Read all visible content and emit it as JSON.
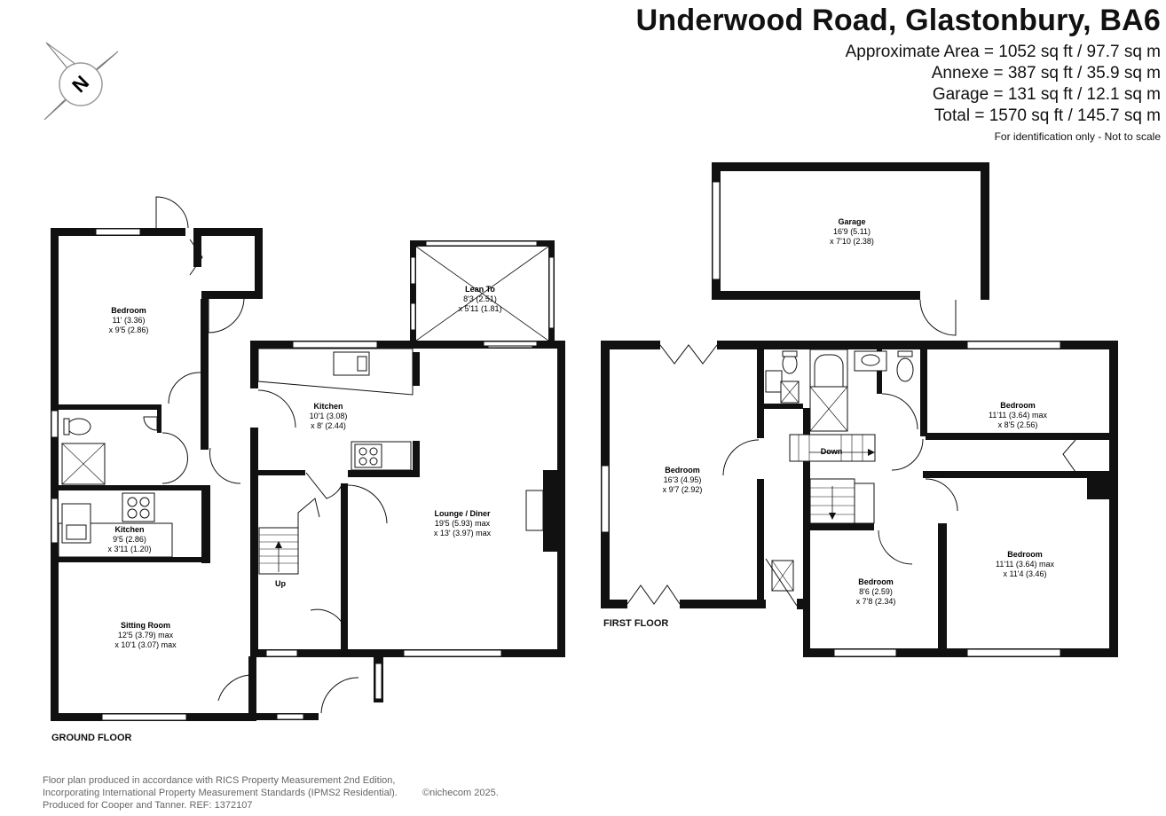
{
  "title": "Underwood Road, Glastonbury, BA6",
  "areas": {
    "approximate": "Approximate Area = 1052 sq ft / 97.7 sq m",
    "annexe": "Annexe = 387 sq ft / 35.9 sq m",
    "garage": "Garage = 131 sq ft / 12.1 sq m",
    "total": "Total = 1570 sq ft / 145.7 sq m"
  },
  "note": "For identification only - Not to scale",
  "compass": {
    "label": "N",
    "icon": "compass-icon"
  },
  "floors": {
    "ground": "GROUND FLOOR",
    "first": "FIRST FLOOR"
  },
  "rooms": {
    "bedroom_annexe": {
      "name": "Bedroom",
      "dim1": "11' (3.36)",
      "dim2": "x 9'5 (2.86)"
    },
    "kitchen_annexe": {
      "name": "Kitchen",
      "dim1": "9'5 (2.86)",
      "dim2": "x 3'11 (1.20)"
    },
    "sitting_room": {
      "name": "Sitting Room",
      "dim1": "12'5 (3.79) max",
      "dim2": "x 10'1 (3.07) max"
    },
    "kitchen": {
      "name": "Kitchen",
      "dim1": "10'1 (3.08)",
      "dim2": "x 8' (2.44)"
    },
    "lean_to": {
      "name": "Lean To",
      "dim1": "8'3 (2.51)",
      "dim2": "x 5'11 (1.81)"
    },
    "lounge": {
      "name": "Lounge / Diner",
      "dim1": "19'5 (5.93) max",
      "dim2": "x 13' (3.97) max"
    },
    "garage": {
      "name": "Garage",
      "dim1": "16'9 (5.11)",
      "dim2": "x 7'10 (2.38)"
    },
    "bedroom_first_left": {
      "name": "Bedroom",
      "dim1": "16'3 (4.95)",
      "dim2": "x 9'7 (2.92)"
    },
    "bedroom_first_top_right": {
      "name": "Bedroom",
      "dim1": "11'11 (3.64) max",
      "dim2": "x 8'5 (2.56)"
    },
    "bedroom_first_bottom_right": {
      "name": "Bedroom",
      "dim1": "11'11 (3.64) max",
      "dim2": "x 11'4 (3.46)"
    },
    "bedroom_first_small": {
      "name": "Bedroom",
      "dim1": "8'6 (2.59)",
      "dim2": "x 7'8 (2.34)"
    }
  },
  "stairs": {
    "up": "Up",
    "down": "Down"
  },
  "footer": {
    "line1": "Floor plan produced in accordance with RICS Property Measurement 2nd Edition,",
    "line2": "Incorporating International Property Measurement Standards (IPMS2 Residential).",
    "line3": "Produced for Cooper and Tanner.   REF: 1372107",
    "credit": "©nichecom 2025."
  }
}
